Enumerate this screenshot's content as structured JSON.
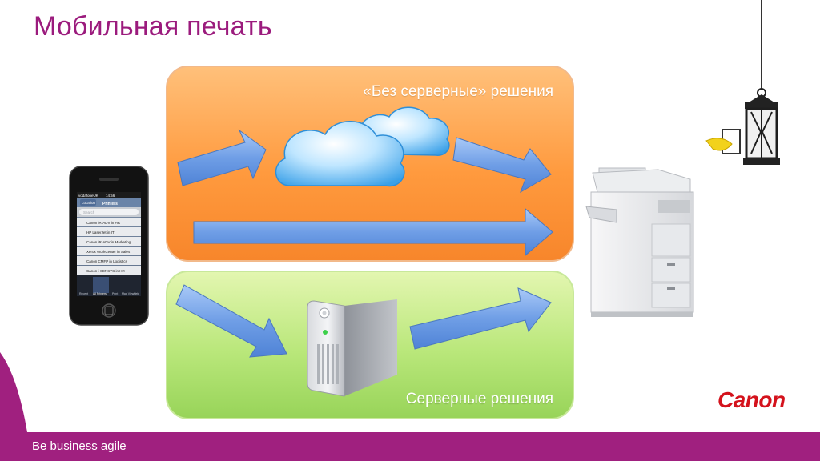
{
  "slide": {
    "title": "Мобильная печать",
    "footer": "Be business agile",
    "brand": "Canon"
  },
  "panels": {
    "serverless": {
      "label": "«Без серверные» решения",
      "color": "#ff9a3e"
    },
    "server": {
      "label": "Серверные решения",
      "color": "#a8de69"
    }
  },
  "phone": {
    "carrier": "vodafoneUK",
    "time": "14:56",
    "back_button": "Location",
    "screen_title": "Printers",
    "search_placeholder": "Search",
    "printers": [
      "Canon iR-ADV in HR",
      "HP LaserJet in IT",
      "Canon iR-ADV in Marketing",
      "Xerox WorkCenter in Sales",
      "Canon CMFP in Logistics",
      "Canon i-SENSYS in HR"
    ],
    "tabs": [
      "Recent",
      "All Printers",
      "Print",
      "Map View",
      "Help"
    ]
  },
  "colors": {
    "title": "#9b1b7d",
    "footer": "#a0207f",
    "arrow": "#6f9ee6",
    "brand": "#d4121c"
  }
}
